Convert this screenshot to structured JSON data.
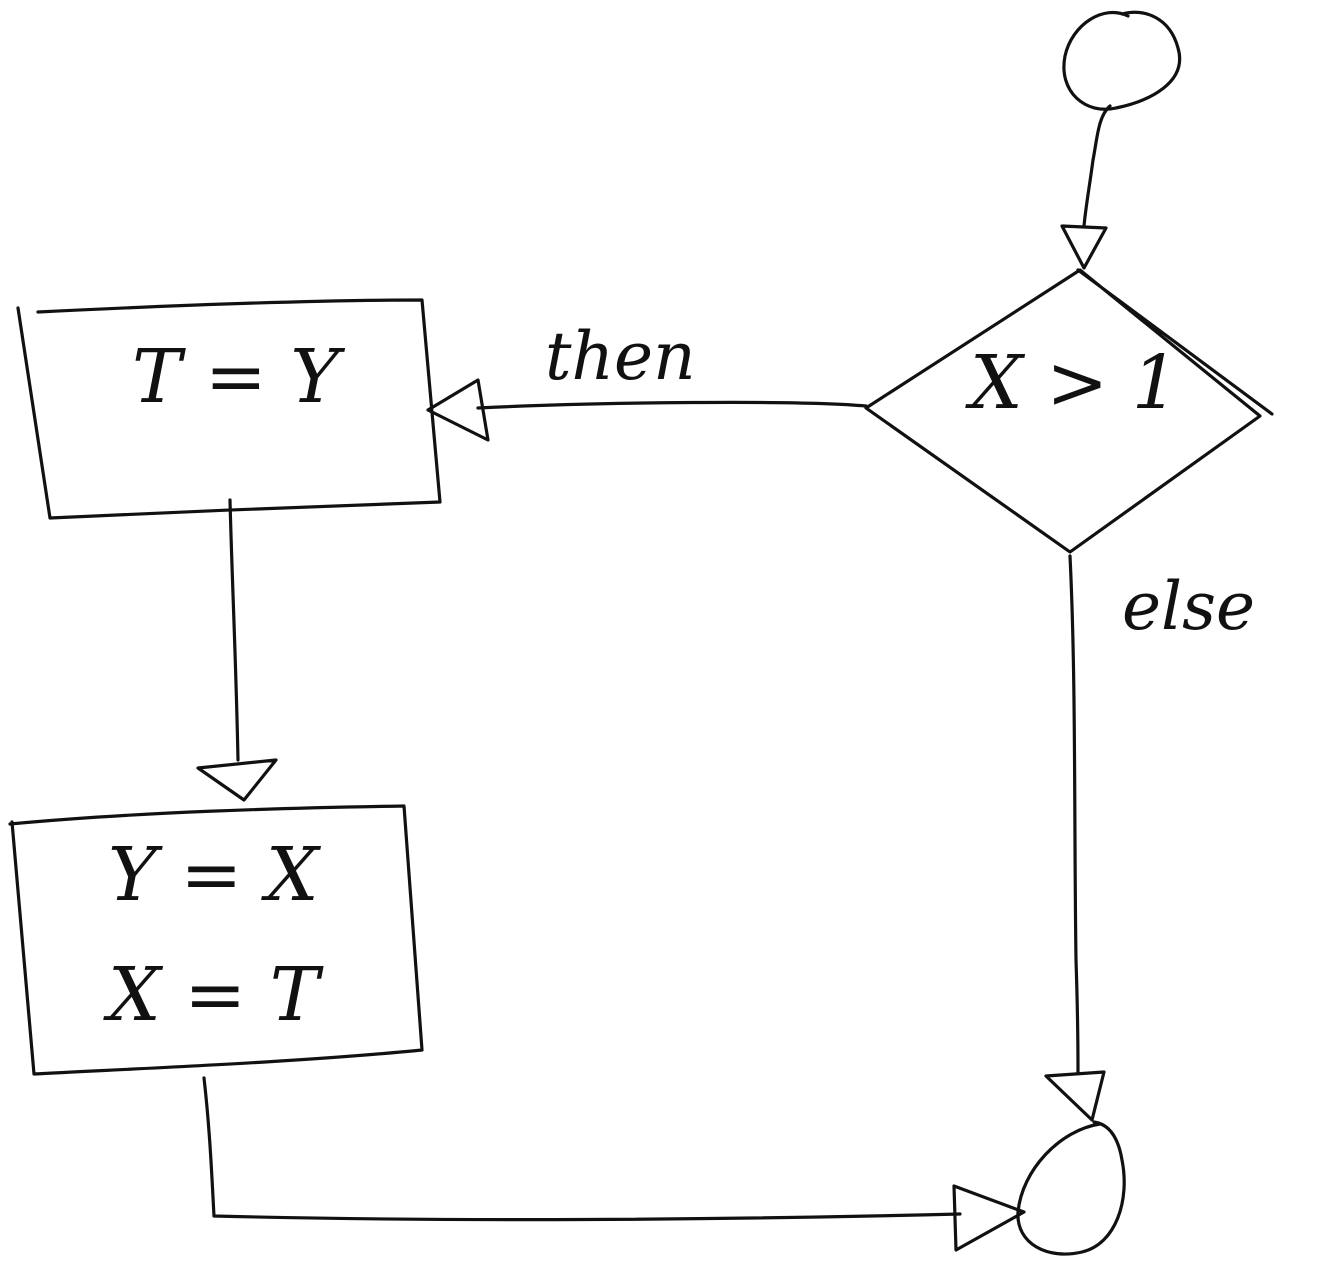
{
  "diagram": {
    "nodes": [
      {
        "id": "start",
        "shape": "circle",
        "label": ""
      },
      {
        "id": "condition",
        "shape": "diamond",
        "label": "X > 1"
      },
      {
        "id": "assign_t",
        "shape": "rectangle",
        "label": "T = Y"
      },
      {
        "id": "swap",
        "shape": "rectangle",
        "lines": [
          "Y = X",
          "X = T"
        ]
      },
      {
        "id": "end",
        "shape": "circle",
        "label": ""
      }
    ],
    "edges": [
      {
        "from": "start",
        "to": "condition",
        "label": ""
      },
      {
        "from": "condition",
        "to": "assign_t",
        "label": "then"
      },
      {
        "from": "condition",
        "to": "end",
        "label": "else"
      },
      {
        "from": "assign_t",
        "to": "swap",
        "label": ""
      },
      {
        "from": "swap",
        "to": "end",
        "label": ""
      }
    ]
  },
  "style": {
    "stroke_color": "#111111",
    "background": "#ffffff"
  }
}
